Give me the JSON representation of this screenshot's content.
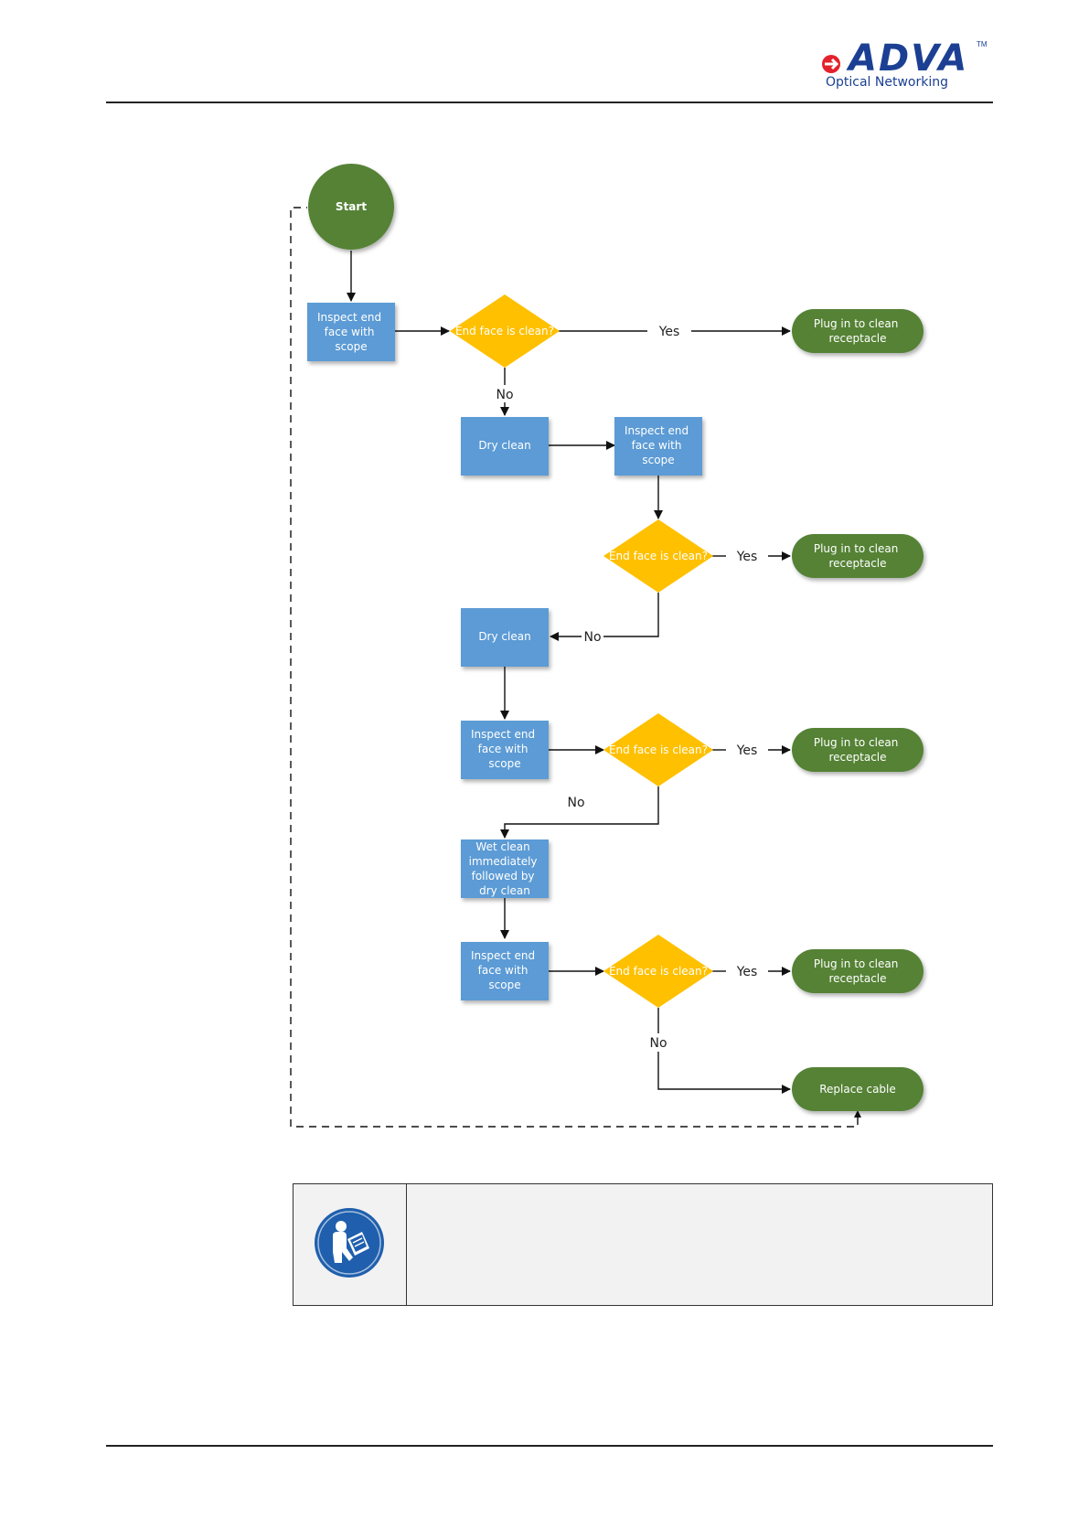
{
  "header": {
    "logo_text": "ADVA",
    "logo_tm": "TM",
    "logo_subtitle": "Optical Networking"
  },
  "flow": {
    "start": "Start",
    "inspect_1": [
      "Inspect end",
      "face with",
      "scope"
    ],
    "decision_1": "End face is clean?",
    "yes_1": "Yes",
    "plug_1": [
      "Plug in to clean",
      "receptacle"
    ],
    "no_1": "No",
    "dry_clean_1": "Dry clean",
    "inspect_2": [
      "Inspect end",
      "face with",
      "scope"
    ],
    "decision_2": "End face is clean?",
    "yes_2": "Yes",
    "plug_2": [
      "Plug in to clean",
      "receptacle"
    ],
    "no_2": "No",
    "dry_clean_2": "Dry clean",
    "inspect_3": [
      "Inspect end",
      "face with",
      "scope"
    ],
    "decision_3": "End face is clean?",
    "yes_3": "Yes",
    "plug_3": [
      "Plug in to clean",
      "receptacle"
    ],
    "no_3": "No",
    "wet_clean": [
      "Wet clean",
      "immediately",
      "followed by",
      "dry clean"
    ],
    "inspect_4": [
      "Inspect end",
      "face with",
      "scope"
    ],
    "decision_4": "End face is clean?",
    "yes_4": "Yes",
    "plug_4": [
      "Plug in to clean",
      "receptacle"
    ],
    "no_4": "No",
    "replace": "Replace cable"
  },
  "note": {
    "icon": "read-manual-icon",
    "text": ""
  },
  "colors": {
    "green": "#548235",
    "blue": "#5b9bd5",
    "yellow": "#ffc000",
    "logo_blue": "#1b3f93",
    "logo_red": "#e3222b"
  }
}
